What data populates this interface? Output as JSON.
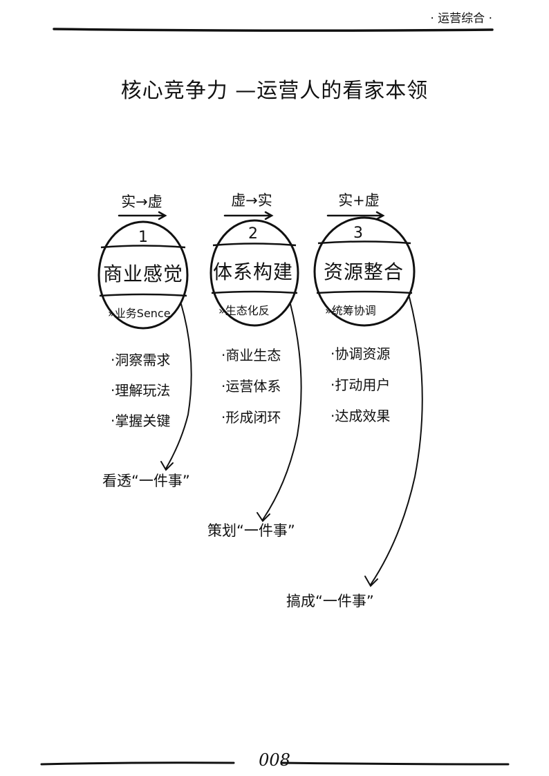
{
  "header": {
    "label": "· 运营综合 ·"
  },
  "title": "核心竞争力 —运营人的看家本领",
  "columns": [
    {
      "direction": "实→虚",
      "number": "1",
      "core": "商业感觉",
      "sub": "»业务Sence",
      "bullets": [
        "·洞察需求",
        "·理解玩法",
        "·掌握关键"
      ],
      "outcome": "看透“一件事”"
    },
    {
      "direction": "虚→实",
      "number": "2",
      "core": "体系构建",
      "sub": "»生态化反",
      "bullets": [
        "·商业生态",
        "·运营体系",
        "·形成闭环"
      ],
      "outcome": "策划“一件事”"
    },
    {
      "direction": "实+虚",
      "number": "3",
      "core": "资源整合",
      "sub": "»统筹协调",
      "bullets": [
        "·协调资源",
        "·打动用户",
        "·达成效果"
      ],
      "outcome": "搞成“一件事”"
    }
  ],
  "footer": {
    "page_number": "008"
  }
}
